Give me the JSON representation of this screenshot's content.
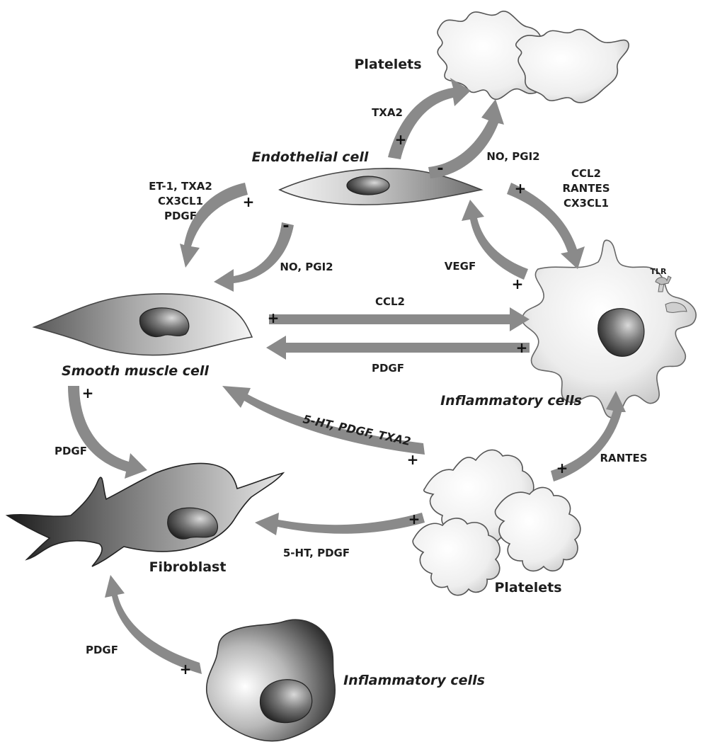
{
  "cells": {
    "endothelial": "Endothelial cell",
    "smooth_muscle": "Smooth muscle cell",
    "inflammatory_right": "Inflammatory cells",
    "fibroblast": "Fibroblast",
    "inflammatory_bottom": "Inflammatory cells",
    "platelets_top": "Platelets",
    "platelets_bottom": "Platelets",
    "tlr": "TLR"
  },
  "mediators": {
    "txa2": "TXA2",
    "no_pgi2_top": "NO, PGI2",
    "et1_line1": "ET-1, TXA2",
    "et1_line2": "CX3CL1",
    "et1_line3": "PDGF",
    "no_pgi2_left": "NO, PGI2",
    "ccl2_line1": "CCL2",
    "ccl2_line2": "RANTES",
    "ccl2_line3": "CX3CL1",
    "vegf": "VEGF",
    "ccl2_mid": "CCL2",
    "pdgf_mid": "PDGF",
    "serotonin_pdgf_txa2": "5-HT, PDGF, TXA2",
    "rantes": "RANTES",
    "pdgf_smc_fibro": "PDGF",
    "serotonin_pdgf": "5-HT, PDGF",
    "pdgf_bottom": "PDGF"
  },
  "signs": {
    "plus": "+",
    "minus": "-"
  },
  "colors": {
    "arrow": "#8a8a8a",
    "cell_light": "#f2f2f2",
    "cell_dark": "#555555",
    "nucleus_dark": "#2b2b2b",
    "text": "#1e1e1e"
  }
}
